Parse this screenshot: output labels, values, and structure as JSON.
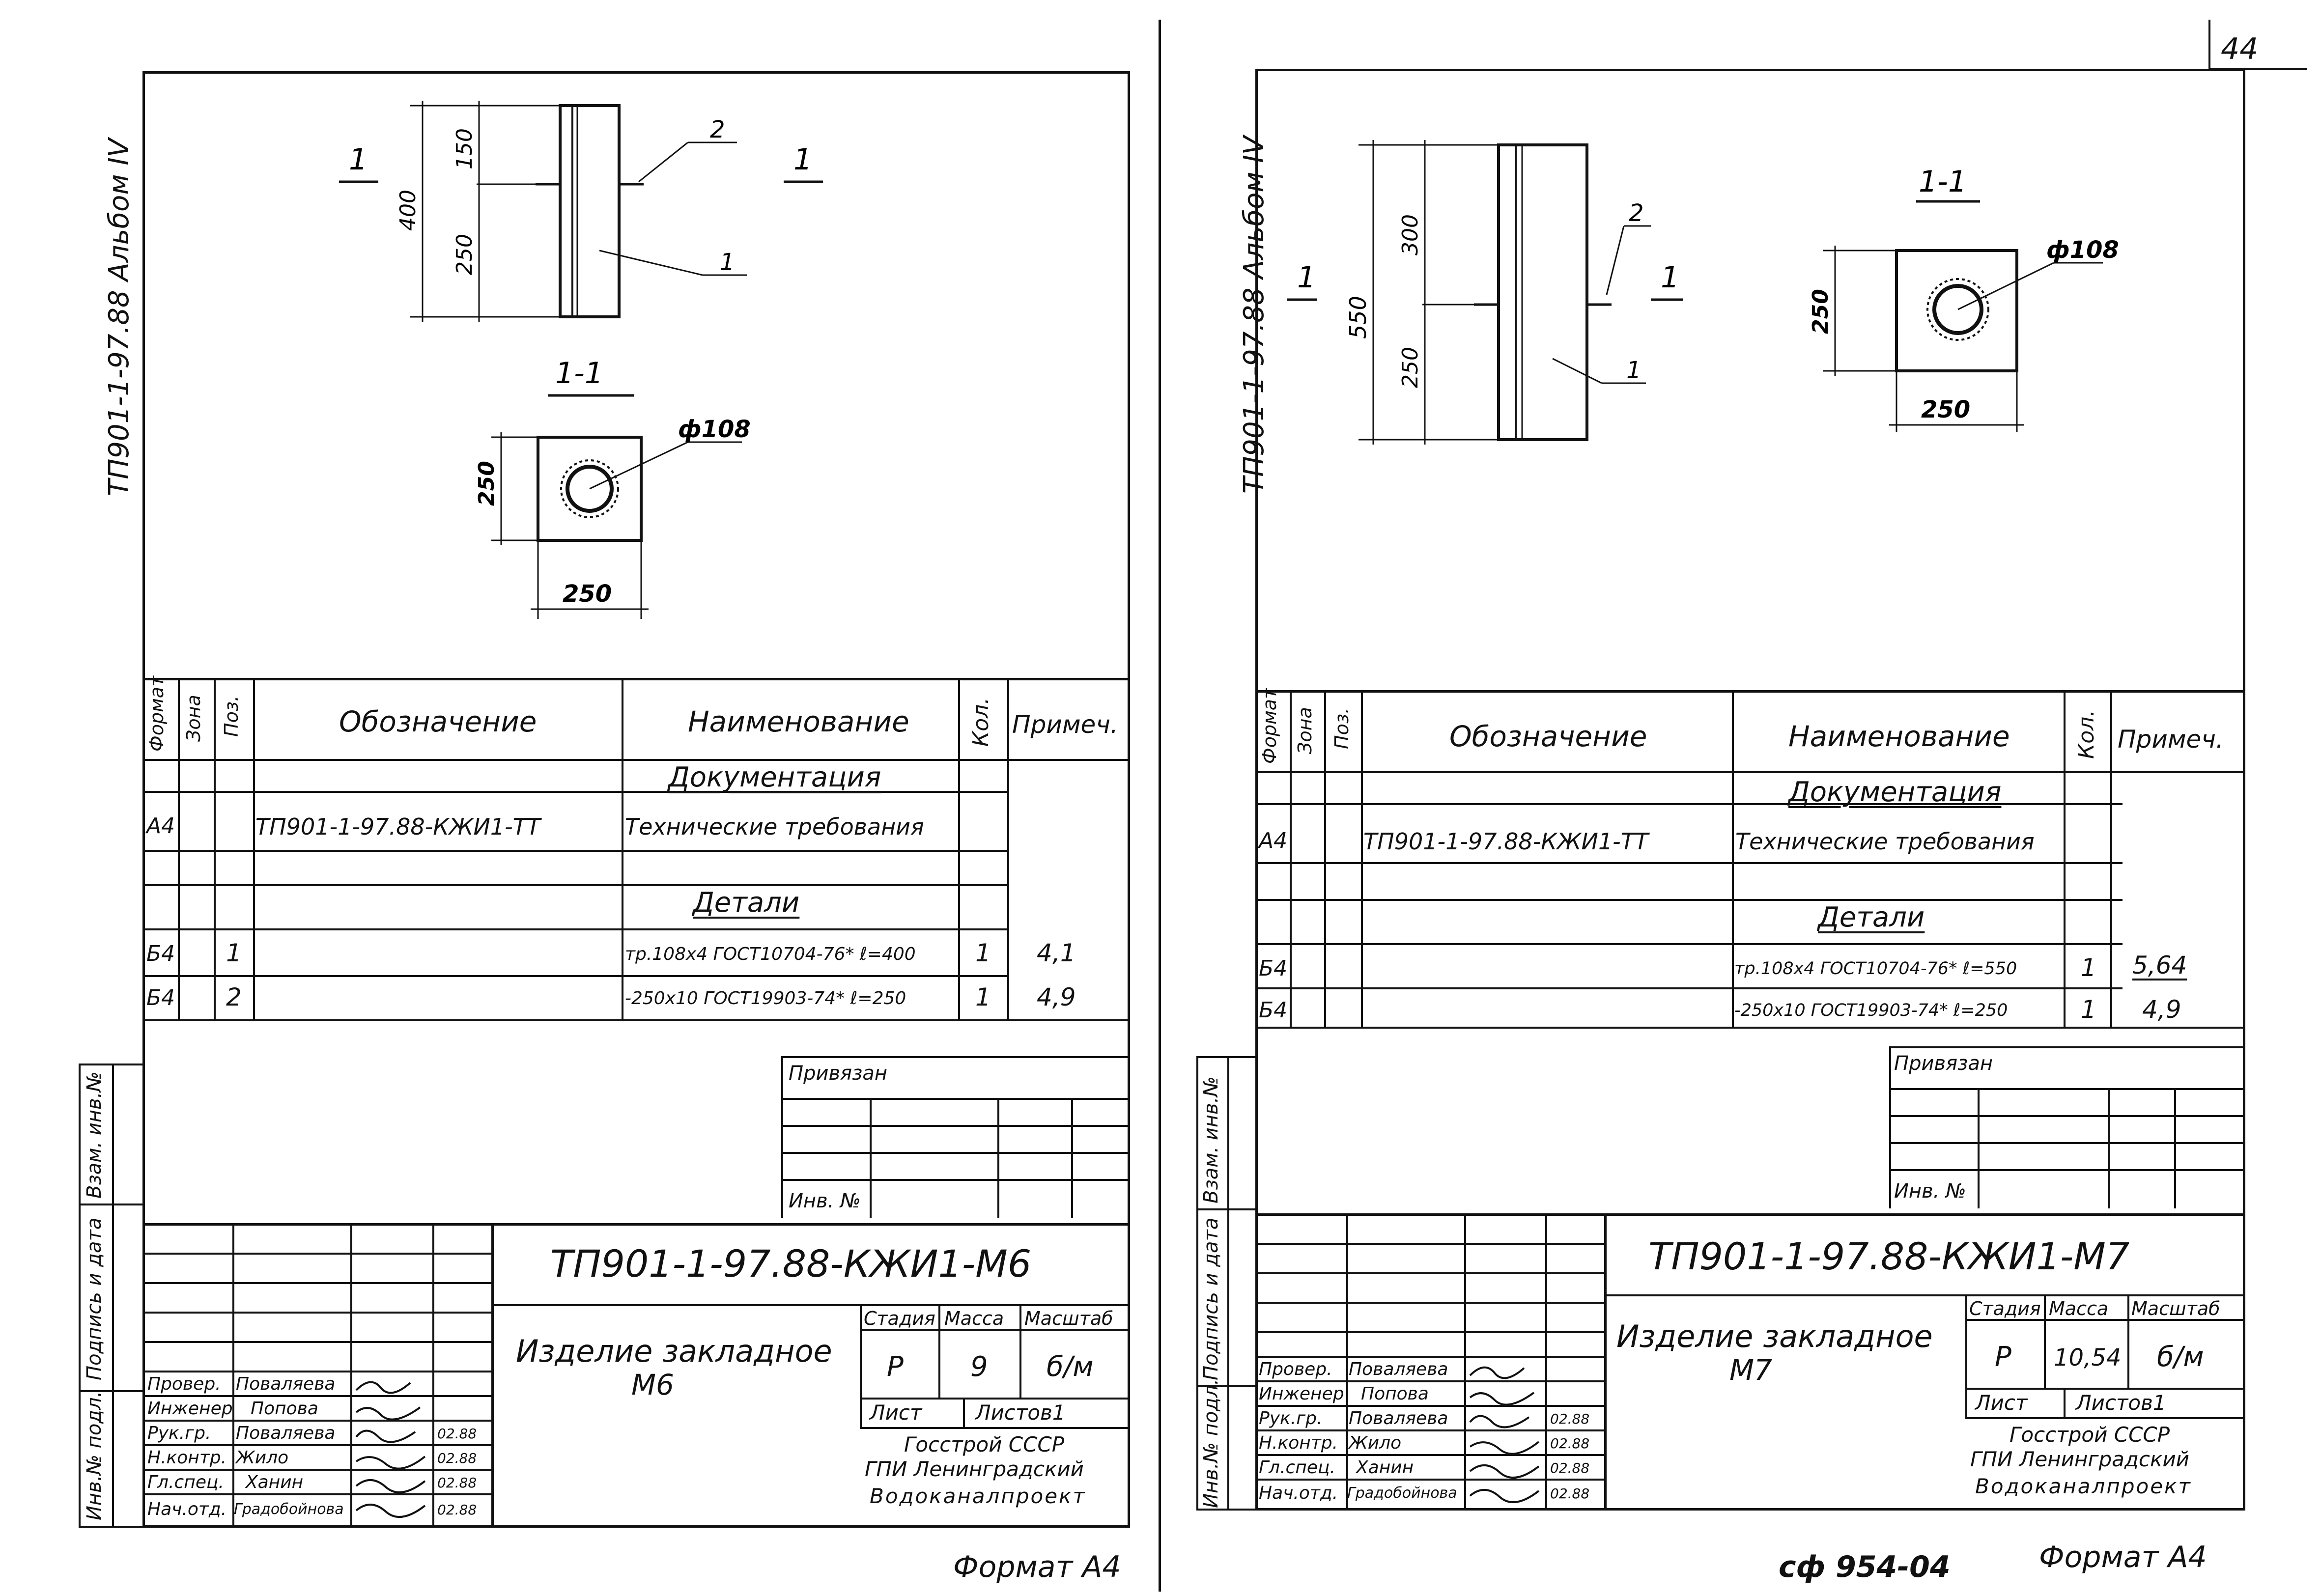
{
  "page": {
    "page_number": "44",
    "divider_note": "",
    "bottom_code": "сф 954-04",
    "bottom_left_format": "Формат А4",
    "bottom_right_format": "Формат А4"
  },
  "left_sheet": {
    "album": "ТП901-1-97.88 Альбом IV",
    "drawing": {
      "section_marker": "1",
      "section_title": "1-1",
      "dim_total": "400",
      "dim_top": "150",
      "dim_bottom": "250",
      "plate_height": "250",
      "plate_width": "250",
      "pipe_diameter": "ф108",
      "leader_1": "1",
      "leader_2": "2"
    },
    "spec": {
      "headers": [
        "Формат",
        "Зона",
        "Поз.",
        "Обозначение",
        "Наименование",
        "Кол.",
        "Примеч."
      ],
      "section_docs": "Документация",
      "section_parts": "Детали",
      "rows": [
        {
          "format": "А4",
          "zone": "",
          "pos": "",
          "designation": "ТП901-1-97.88-КЖИ1-ТТ",
          "name": "Технические требования",
          "qty": "",
          "note": ""
        },
        {
          "format": "Б4",
          "zone": "",
          "pos": "1",
          "designation": "",
          "name": "тр.108х4 ГОСТ10704-76* ℓ=400",
          "qty": "1",
          "note": "4,1"
        },
        {
          "format": "Б4",
          "zone": "",
          "pos": "2",
          "designation": "",
          "name": "-250х10 ГОСТ19903-74* ℓ=250",
          "qty": "1",
          "note": "4,9"
        }
      ]
    },
    "binding": {
      "title": "Привязан",
      "inv": "Инв. №"
    },
    "side_labels": [
      "Инв.№ подл.",
      "Подпись и дата",
      "Взам. инв.№"
    ],
    "title_block": {
      "code": "ТП901-1-97.88-КЖИ1-М6",
      "item_name_1": "Изделие закладное",
      "item_name_2": "М6",
      "stage_label": "Стадия",
      "mass_label": "Масса",
      "scale_label": "Масштаб",
      "stage": "Р",
      "mass": "9",
      "scale": "б/м",
      "sheet_label": "Лист",
      "sheets_label": "Листов1",
      "org_1": "Госстрой СССР",
      "org_2": "ГПИ Ленинградский",
      "org_3": "Водоканалпроект",
      "signers": [
        {
          "role": "Провер.",
          "name": "Поваляева",
          "date": ""
        },
        {
          "role": "Инженер",
          "name": "Попова",
          "date": ""
        },
        {
          "role": "Рук.гр.",
          "name": "Поваляева",
          "date": "02.88"
        },
        {
          "role": "Н.контр.",
          "name": "Жило",
          "date": "02.88"
        },
        {
          "role": "Гл.спец.",
          "name": "Ханин",
          "date": "02.88"
        },
        {
          "role": "Нач.отд.",
          "name": "Градобойнова",
          "date": "02.88"
        }
      ]
    }
  },
  "right_sheet": {
    "album": "ТП901-1-97.88 Альбом IV",
    "drawing": {
      "section_marker": "1",
      "section_title": "1-1",
      "dim_total": "550",
      "dim_top": "300",
      "dim_bottom": "250",
      "plate_height": "250",
      "plate_width": "250",
      "pipe_diameter": "ф108",
      "leader_1": "1",
      "leader_2": "2"
    },
    "spec": {
      "headers": [
        "Формат",
        "Зона",
        "Поз.",
        "Обозначение",
        "Наименование",
        "Кол.",
        "Примеч."
      ],
      "section_docs": "Документация",
      "section_parts": "Детали",
      "rows": [
        {
          "format": "А4",
          "zone": "",
          "pos": "",
          "designation": "ТП901-1-97.88-КЖИ1-ТТ",
          "name": "Технические требования",
          "qty": "",
          "note": ""
        },
        {
          "format": "Б4",
          "zone": "",
          "pos": "",
          "designation": "",
          "name": "тр.108х4 ГОСТ10704-76* ℓ=550",
          "qty": "1",
          "note": "5,64"
        },
        {
          "format": "Б4",
          "zone": "",
          "pos": "",
          "designation": "",
          "name": "-250х10 ГОСТ19903-74* ℓ=250",
          "qty": "1",
          "note": "4,9"
        }
      ]
    },
    "binding": {
      "title": "Привязан",
      "inv": "Инв. №"
    },
    "side_labels": [
      "Инв.№ подл.",
      "Подпись и дата",
      "Взам. инв.№"
    ],
    "title_block": {
      "code": "ТП901-1-97.88-КЖИ1-М7",
      "item_name_1": "Изделие закладное",
      "item_name_2": "М7",
      "stage_label": "Стадия",
      "mass_label": "Масса",
      "scale_label": "Масштаб",
      "stage": "Р",
      "mass": "10,54",
      "scale": "б/м",
      "sheet_label": "Лист",
      "sheets_label": "Листов1",
      "org_1": "Госстрой СССР",
      "org_2": "ГПИ Ленинградский",
      "org_3": "Водоканалпроект",
      "signers": [
        {
          "role": "Провер.",
          "name": "Поваляева",
          "date": ""
        },
        {
          "role": "Инженер",
          "name": "Попова",
          "date": ""
        },
        {
          "role": "Рук.гр.",
          "name": "Поваляева",
          "date": "02.88"
        },
        {
          "role": "Н.контр.",
          "name": "Жило",
          "date": "02.88"
        },
        {
          "role": "Гл.спец.",
          "name": "Ханин",
          "date": "02.88"
        },
        {
          "role": "Нач.отд.",
          "name": "Градобойнова",
          "date": "02.88"
        }
      ]
    }
  }
}
